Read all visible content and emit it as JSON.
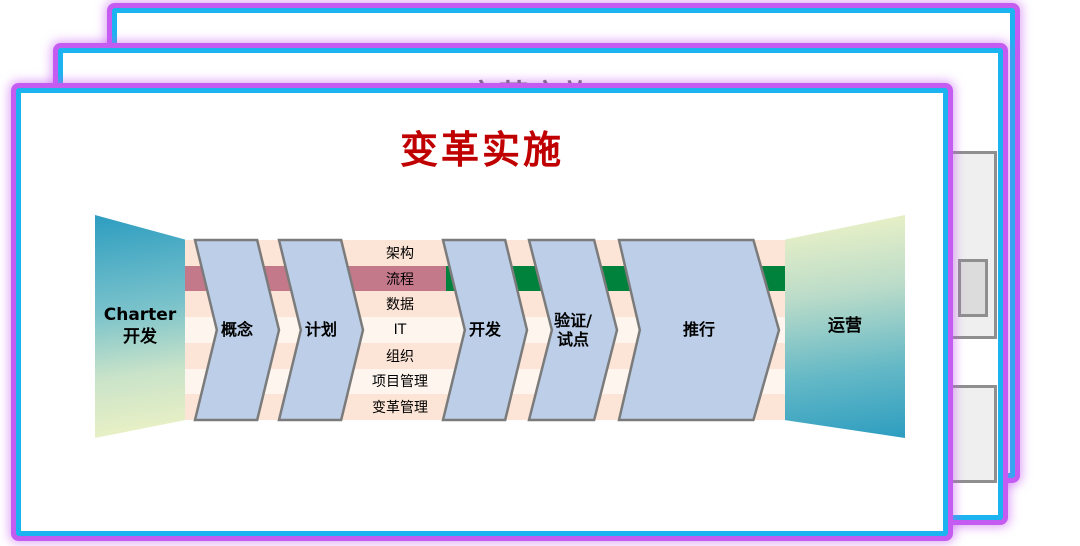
{
  "slide": {
    "title": "变革实施"
  },
  "background_slide": {
    "partial_title": "变革实施"
  },
  "flow": {
    "left_terminal": {
      "line1": "Charter",
      "line2": "开发"
    },
    "right_terminal": {
      "label": "运营"
    },
    "stages": [
      {
        "label": "概念"
      },
      {
        "label": "计划"
      },
      {
        "label": "开发"
      },
      {
        "label": "验证/",
        "label2": "试点"
      },
      {
        "label": "推行"
      }
    ],
    "workstreams": [
      "架构",
      "流程",
      "数据",
      "IT",
      "组织",
      "项目管理",
      "变革管理"
    ],
    "highlighted_workstream": "流程"
  },
  "colors": {
    "title_red": "#C00000",
    "slide_border_cyan": "#1CB4F0",
    "slide_glow_purple": "#C45CF2",
    "chevron_fill": "#BCCEE8",
    "chevron_border": "#7B7B7B",
    "stripe_cream": "#FCE4D6",
    "highlight_pink": "#C4798B",
    "highlight_green": "#00813C",
    "funnel_teal": "#2D9DC0",
    "funnel_yellow": "#F0F4C6"
  }
}
